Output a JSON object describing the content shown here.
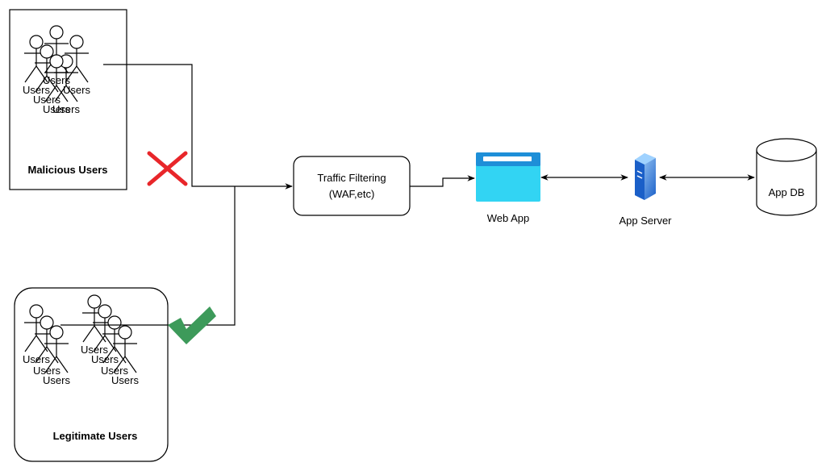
{
  "groups": {
    "malicious": {
      "title": "Malicious Users",
      "actor_label": "Users"
    },
    "legitimate": {
      "title": "Legitimate Users",
      "actor_label": "Users"
    }
  },
  "nodes": {
    "filter": {
      "line1": "Traffic Filtering",
      "line2": "(WAF,etc)"
    },
    "webapp": {
      "label": "Web App"
    },
    "appserver": {
      "label": "App Server"
    },
    "appdb": {
      "label": "App DB"
    }
  },
  "icons": {
    "blocked": "x-mark-icon",
    "allowed": "check-mark-icon",
    "webapp": "browser-window-icon",
    "appserver": "server-icon",
    "appdb": "database-cylinder-icon"
  },
  "colors": {
    "blocked": "#e8262a",
    "allowed": "#3d9a5a",
    "webapp_body": "#32d4f3",
    "webapp_bar": "#1e8fd8",
    "server_light": "#9fd2ff",
    "server_dark": "#1a5fc8"
  }
}
